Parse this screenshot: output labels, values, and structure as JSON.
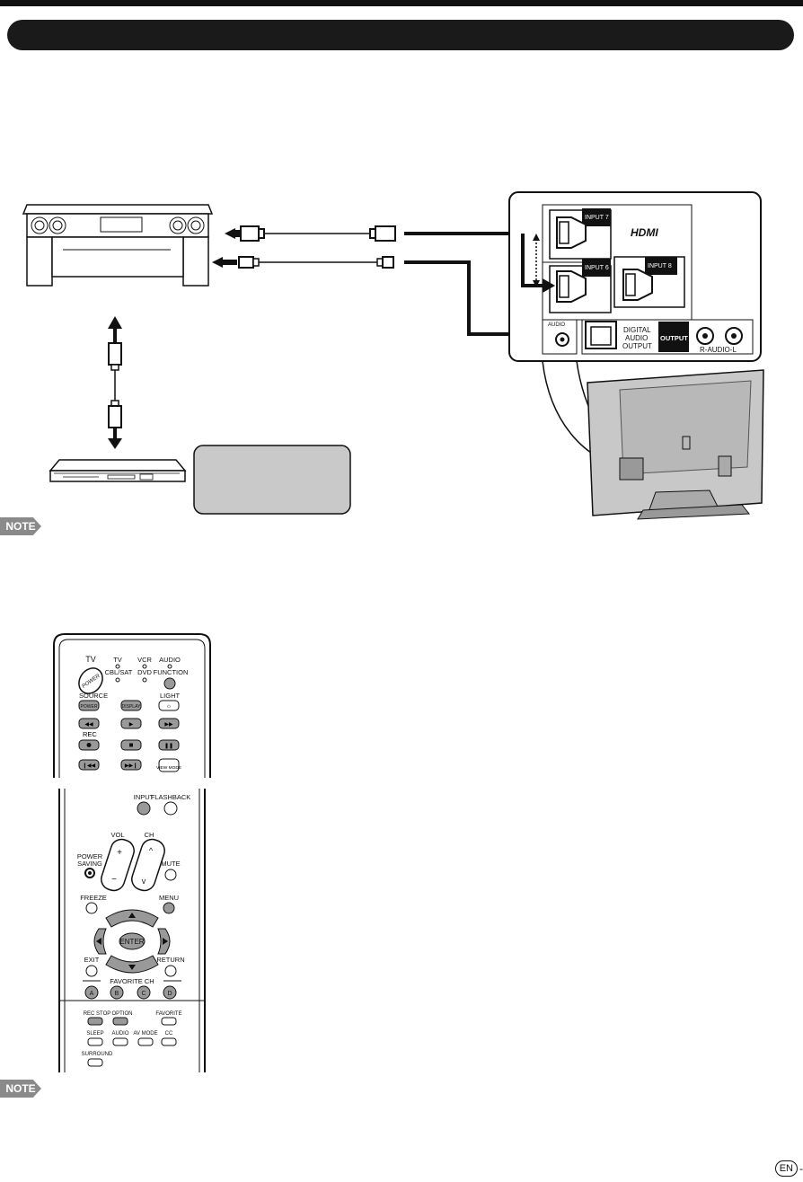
{
  "notes": {
    "label": "NOTE"
  },
  "panel": {
    "input7": "INPUT 7",
    "input6": "INPUT 6",
    "input8": "INPUT 8",
    "hdmi": "HDMI",
    "audio_in": "AUDIO",
    "digital1": "DIGITAL",
    "digital2": "AUDIO",
    "digital3": "OUTPUT",
    "output": "OUTPUT",
    "raudiol": "R-AUDIO-L"
  },
  "remote": {
    "tv_power_top": "TV",
    "tv": "TV",
    "vcr": "VCR",
    "audio_mode": "AUDIO",
    "cbl_sat": "CBL/SAT",
    "dvd": "DVD",
    "function": "FUNCTION",
    "power_btn": "POWER",
    "source": "SOURCE",
    "source_power": "POWER",
    "display": "DISPLAY",
    "light": "LIGHT",
    "rec": "REC",
    "view_mode": "VIEW MODE",
    "input": "INPUT",
    "flashback": "FLASHBACK",
    "vol": "VOL",
    "ch": "CH",
    "power_saving1": "POWER",
    "power_saving2": "SAVING",
    "mute": "MUTE",
    "freeze": "FREEZE",
    "menu": "MENU",
    "enter": "ENTER",
    "exit": "EXIT",
    "return": "RETURN",
    "favorite_ch": "FAVORITE CH",
    "a": "A",
    "b": "B",
    "c": "C",
    "d": "D",
    "rec_stop": "REC STOP",
    "option": "OPTION",
    "favorite": "FAVORITE",
    "sleep": "SLEEP",
    "audio": "AUDIO",
    "av_mode": "AV MODE",
    "cc": "CC",
    "surround": "SURROUND"
  },
  "footer": {
    "lang": "EN",
    "dash": "-"
  }
}
